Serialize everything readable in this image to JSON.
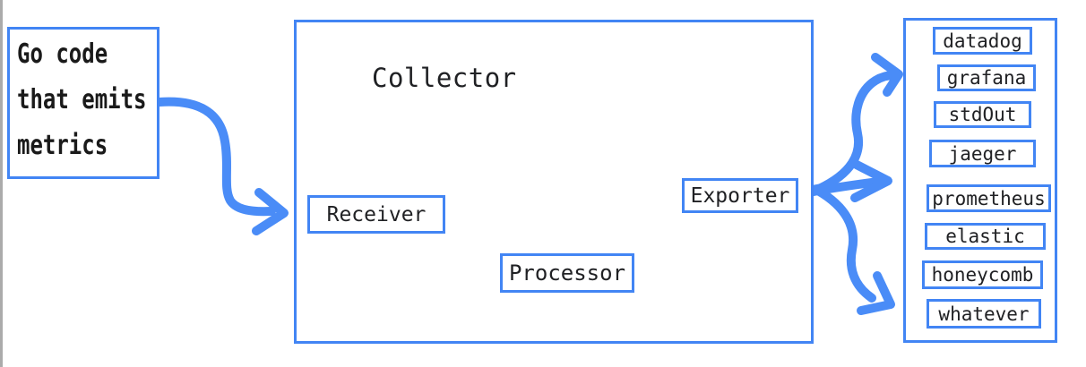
{
  "diagram": {
    "source": {
      "lines": [
        "Go code",
        "that emits",
        "metrics"
      ]
    },
    "collector": {
      "label": "Collector",
      "components": [
        {
          "label": "Receiver"
        },
        {
          "label": "Processor"
        },
        {
          "label": "Exporter"
        }
      ]
    },
    "sinks": {
      "items": [
        {
          "label": "datadog"
        },
        {
          "label": "grafana"
        },
        {
          "label": "stdOut"
        },
        {
          "label": "jaeger"
        },
        {
          "label": "prometheus"
        },
        {
          "label": "elastic"
        },
        {
          "label": "honeycomb"
        },
        {
          "label": "whatever"
        }
      ]
    },
    "colors": {
      "box_border_blue": "#4285f4",
      "arrow_blue": "#4a8cf7",
      "text_black": "#202124",
      "canvas_edge_gray": "#ababab",
      "background": "#ffffff"
    }
  }
}
